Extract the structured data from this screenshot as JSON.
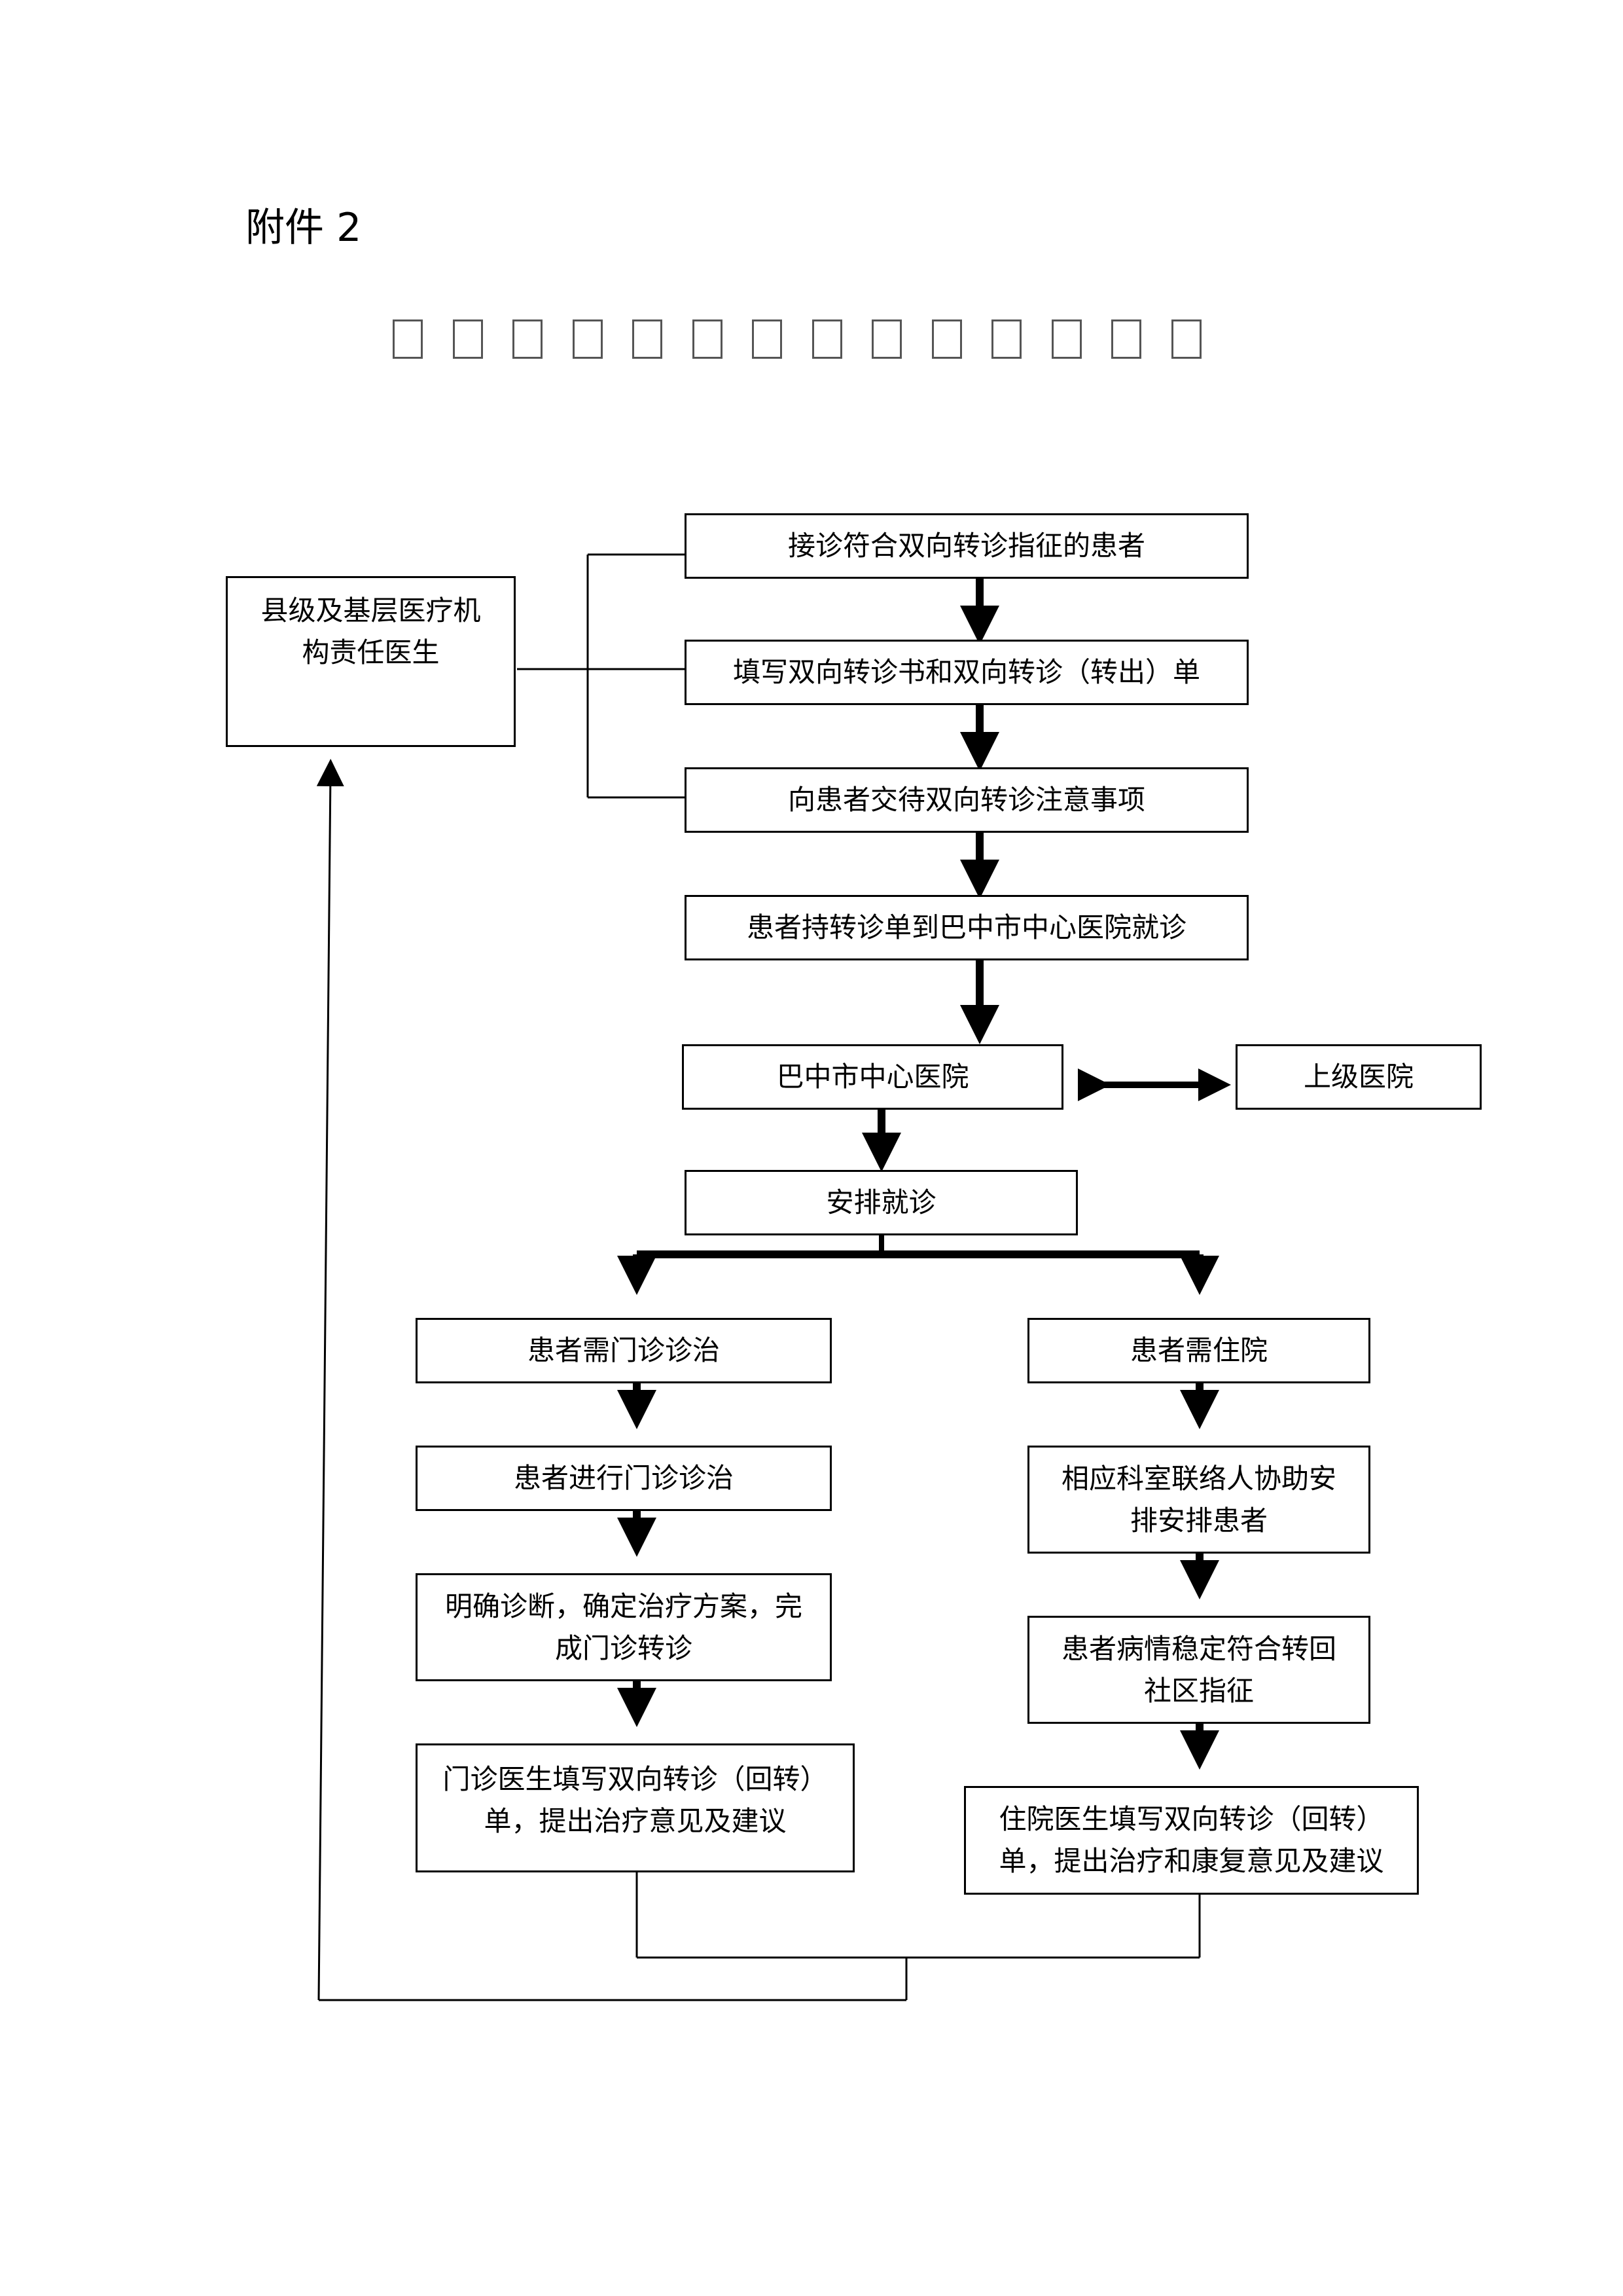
{
  "header": {
    "annex_label": "附件 2",
    "title_glyph_count": 14
  },
  "nodes": {
    "county_doctor": "县级及基层医疗机构责任医生",
    "receive": "接诊符合双向转诊指征的患者",
    "fill_form": "填写双向转诊书和双向转诊（转出）单",
    "notify": "向患者交待双向转诊注意事项",
    "visit": "患者持转诊单到巴中市中心医院就诊",
    "central_hospital": "巴中市中心医院",
    "superior_hospital": "上级医院",
    "arrange": "安排就诊",
    "need_outpatient": "患者需门诊诊治",
    "need_inpatient": "患者需住院",
    "outpatient_treat": "患者进行门诊诊治",
    "contact_arrange": "相应科室联络人协助安排安排患者",
    "diagnose": "明确诊断，确定治疗方案，完成门诊转诊",
    "stable": "患者病情稳定符合转回社区指征",
    "outpatient_return": "门诊医生填写双向转诊（回转）单，提出治疗意见及建议",
    "inpatient_return": "住院医生填写双向转诊（回转）单，提出治疗和康复意见及建议"
  }
}
